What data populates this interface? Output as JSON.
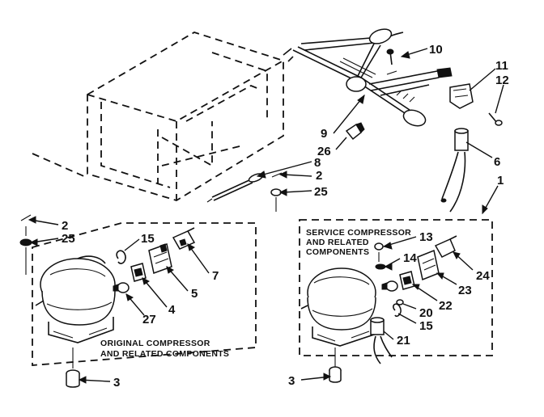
{
  "captions": {
    "original_line1": "ORIGINAL COMPRESSOR",
    "original_line2": "AND RELATED COMPONENTS",
    "service_line1": "SERVICE COMPRESSOR",
    "service_line2": "AND RELATED",
    "service_line3": "COMPONENTS"
  },
  "labels": {
    "n1": "1",
    "n2a": "2",
    "n2b": "2",
    "n3a": "3",
    "n3b": "3",
    "n4": "4",
    "n5": "5",
    "n6": "6",
    "n7": "7",
    "n8": "8",
    "n9": "9",
    "n10": "10",
    "n11": "11",
    "n12": "12",
    "n13": "13",
    "n14": "14",
    "n15a": "15",
    "n15b": "15",
    "n20": "20",
    "n21": "21",
    "n22": "22",
    "n23": "23",
    "n24": "24",
    "n25a": "25",
    "n25b": "25",
    "n26": "26",
    "n27": "27"
  },
  "colors": {
    "ink": "#111111",
    "paper": "#ffffff"
  }
}
